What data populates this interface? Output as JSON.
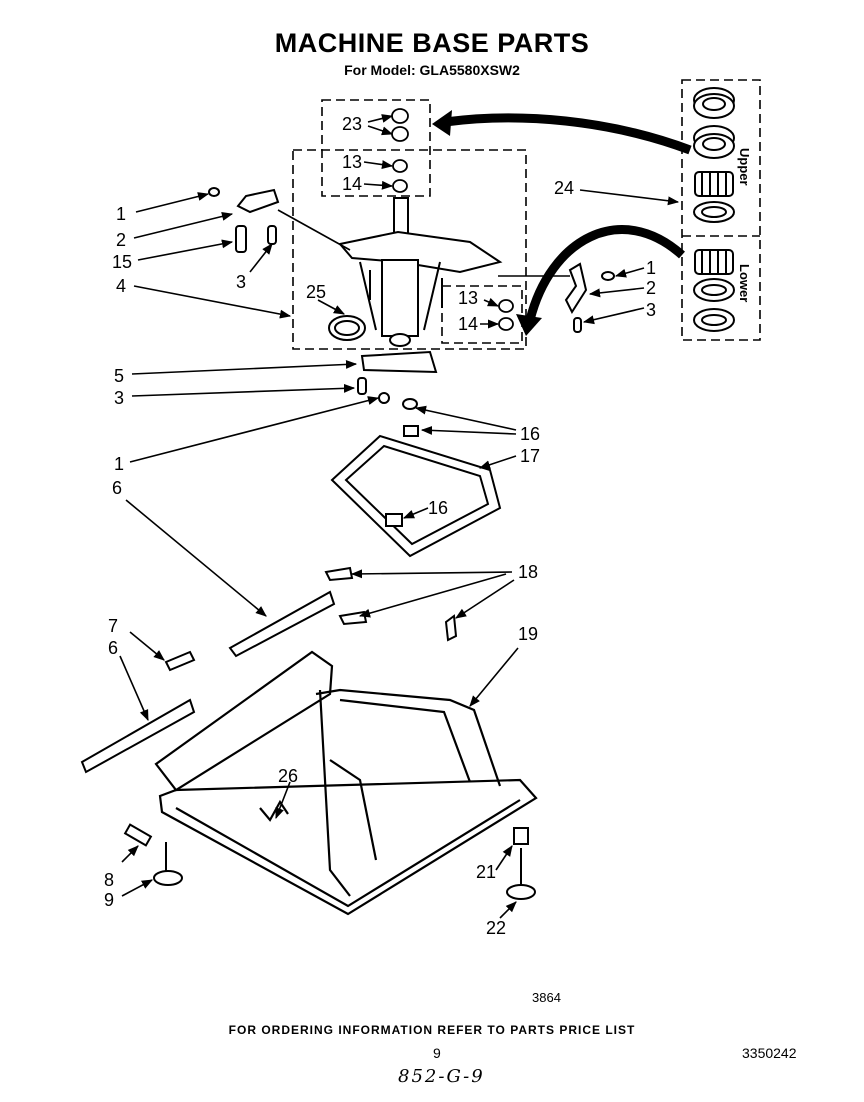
{
  "title": "MACHINE BASE PARTS",
  "subtitle": "For Model: GLA5580XSW2",
  "inset_labels": {
    "upper": "Upper",
    "lower": "Lower"
  },
  "callouts": [
    {
      "id": "c1a",
      "text": "1"
    },
    {
      "id": "c2a",
      "text": "2"
    },
    {
      "id": "c15",
      "text": "15"
    },
    {
      "id": "c3a",
      "text": "3"
    },
    {
      "id": "c4",
      "text": "4"
    },
    {
      "id": "c23",
      "text": "23"
    },
    {
      "id": "c13a",
      "text": "13"
    },
    {
      "id": "c14a",
      "text": "14"
    },
    {
      "id": "c24",
      "text": "24"
    },
    {
      "id": "c25",
      "text": "25"
    },
    {
      "id": "c13b",
      "text": "13"
    },
    {
      "id": "c14b",
      "text": "14"
    },
    {
      "id": "c1b",
      "text": "1"
    },
    {
      "id": "c2b",
      "text": "2"
    },
    {
      "id": "c3b",
      "text": "3"
    },
    {
      "id": "c5",
      "text": "5"
    },
    {
      "id": "c3c",
      "text": "3"
    },
    {
      "id": "c1c",
      "text": "1"
    },
    {
      "id": "c16a",
      "text": "16"
    },
    {
      "id": "c17",
      "text": "17"
    },
    {
      "id": "c16b",
      "text": "16"
    },
    {
      "id": "c6a",
      "text": "6"
    },
    {
      "id": "c18",
      "text": "18"
    },
    {
      "id": "c7",
      "text": "7"
    },
    {
      "id": "c6b",
      "text": "6"
    },
    {
      "id": "c19",
      "text": "19"
    },
    {
      "id": "c26",
      "text": "26"
    },
    {
      "id": "c8",
      "text": "8"
    },
    {
      "id": "c9",
      "text": "9"
    },
    {
      "id": "c21",
      "text": "21"
    },
    {
      "id": "c22",
      "text": "22"
    }
  ],
  "diagram_code": "3864",
  "footer": "FOR ORDERING INFORMATION REFER TO PARTS PRICE LIST",
  "page_number": "9",
  "doc_number": "3350242",
  "handwritten_note": "852-G-9"
}
